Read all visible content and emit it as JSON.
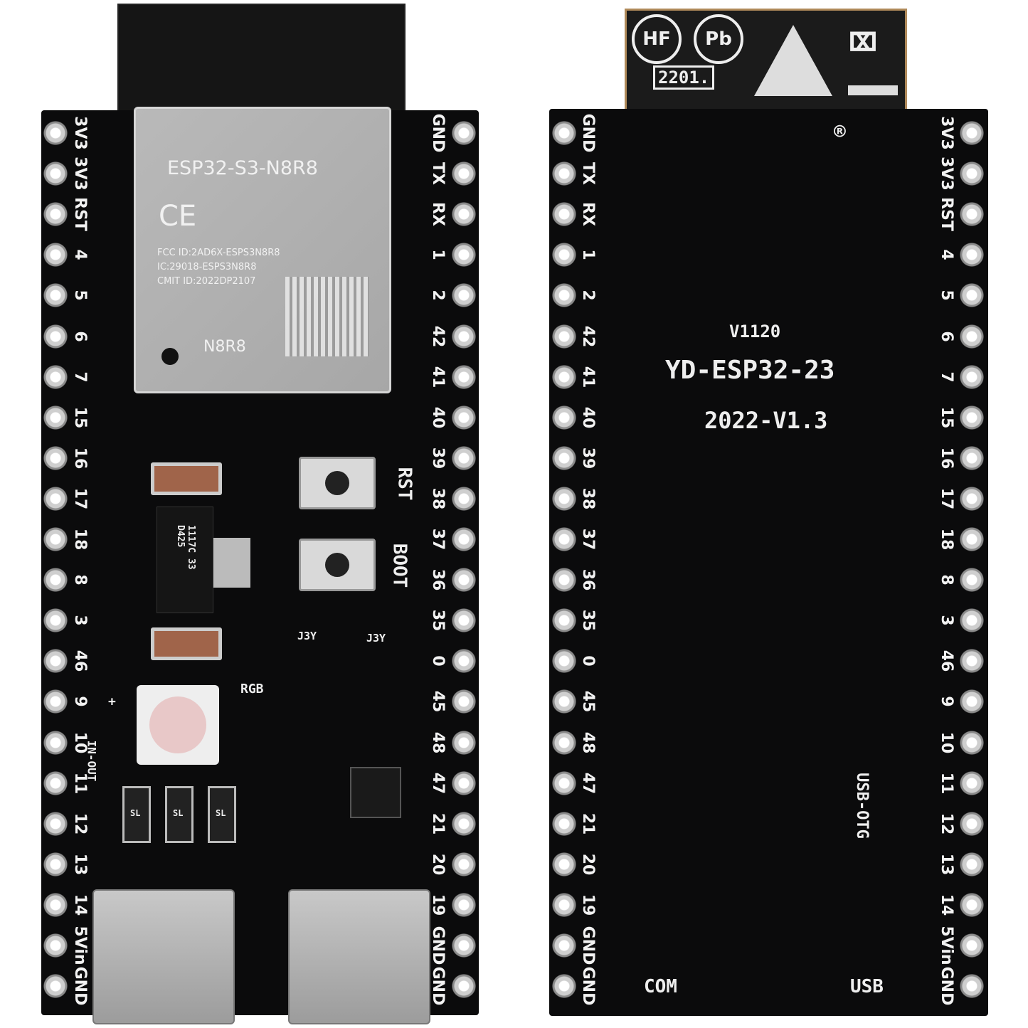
{
  "front": {
    "module": {
      "model": "ESP32-S3-N8R8",
      "ce": "CE",
      "fcc": "FCC ID:2AD6X-ESPS3N8R8",
      "ic": "IC:29018-ESPS3N8R8",
      "cmit": "CMIT ID:2022DP2107",
      "variant": "N8R8"
    },
    "left_pins": [
      "3V3",
      "3V3",
      "RST",
      "4",
      "5",
      "6",
      "7",
      "15",
      "16",
      "17",
      "18",
      "8",
      "3",
      "46",
      "9",
      "10",
      "11",
      "12",
      "13",
      "14",
      "5Vin",
      "GND"
    ],
    "right_pins": [
      "GND",
      "TX",
      "RX",
      "1",
      "2",
      "42",
      "41",
      "40",
      "39",
      "38",
      "37",
      "36",
      "35",
      "0",
      "45",
      "48",
      "47",
      "21",
      "20",
      "19",
      "GND",
      "GND"
    ],
    "button_rst": "RST",
    "button_boot": "BOOT",
    "regulator": "1117C 33 D425",
    "rgb": "RGB",
    "in_out": "IN-OUT",
    "diode": "SL",
    "transistor": "J3Y",
    "plus": "+"
  },
  "back": {
    "marks": {
      "hf": "HF",
      "pb": "Pb",
      "date": "2201."
    },
    "registered": "®",
    "version": "V1120",
    "board_name": "YD-ESP32-23",
    "year": "2022-V1.3",
    "usb_otg": "USB-OTG",
    "com": "COM",
    "usb": "USB",
    "left_pins": [
      "GND",
      "TX",
      "RX",
      "1",
      "2",
      "42",
      "41",
      "40",
      "39",
      "38",
      "37",
      "36",
      "35",
      "0",
      "45",
      "48",
      "47",
      "21",
      "20",
      "19",
      "GND",
      "GND"
    ],
    "right_pins": [
      "3V3",
      "3V3",
      "RST",
      "4",
      "5",
      "6",
      "7",
      "15",
      "16",
      "17",
      "18",
      "8",
      "3",
      "46",
      "9",
      "10",
      "11",
      "12",
      "13",
      "14",
      "5Vin",
      "GND"
    ]
  }
}
